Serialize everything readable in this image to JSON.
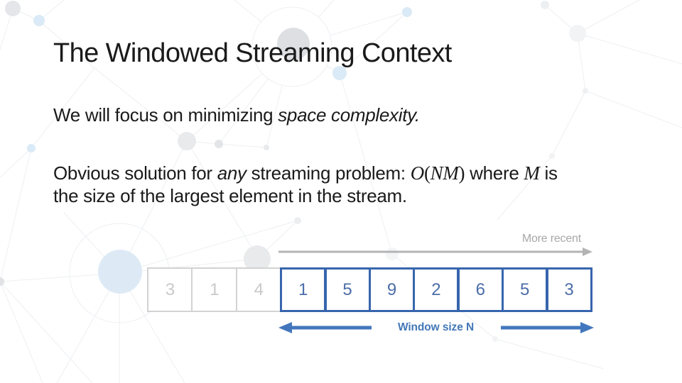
{
  "slide": {
    "title": "The Windowed Streaming Context",
    "body": {
      "para1": {
        "lead": "We will focus on minimizing ",
        "emph": "space complexity."
      },
      "para2": {
        "l1a": "Obvious solution for ",
        "l1b": "any",
        "l1c": " streaming problem: ",
        "m_o": "O",
        "paren_open": "(",
        "m_nm": "NM",
        "paren_close": ")",
        "l1d": " where ",
        "m_m": "M",
        "l1e": " is",
        "line2": "the size of the largest element in the stream."
      }
    },
    "diagram": {
      "more_recent_label": "More recent",
      "window_label_prefix": "Window size ",
      "window_label_n": "N",
      "stream_values": [
        "3",
        "1",
        "4",
        "1",
        "5",
        "9",
        "2",
        "6",
        "5",
        "3"
      ],
      "outside_window_count": 3,
      "window_size_count": 7,
      "colors": {
        "window_border": "#3765ad",
        "window_digit": "#4b6da9",
        "outside_border": "#d2d2d2",
        "outside_digit": "#c9c9c9",
        "arrow_blue": "#4377bd",
        "arrow_gray": "#b4b4b4",
        "label_gray": "#a7a7a7",
        "accent_dot_blue": "#daeaf6"
      }
    }
  }
}
